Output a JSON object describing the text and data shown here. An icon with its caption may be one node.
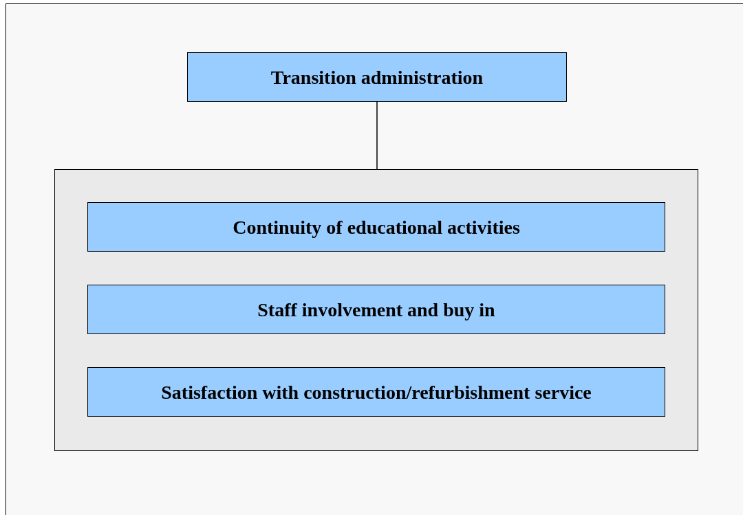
{
  "diagram": {
    "nodes": [
      {
        "text": [
          "Transition administration"
        ]
      },
      {
        "text": [],
        "shape": "box"
      },
      {
        "text": [
          "Continuity of educational activities"
        ],
        "in": 1
      },
      {
        "text": [
          "Staff involvement and buy in"
        ],
        "in": 1
      },
      {
        "text": [
          "Satisfaction with construction/refurbishment service"
        ],
        "in": 1
      }
    ],
    "edges": [
      {
        "from": 0,
        "to": 1,
        "arrow": "none"
      }
    ]
  }
}
